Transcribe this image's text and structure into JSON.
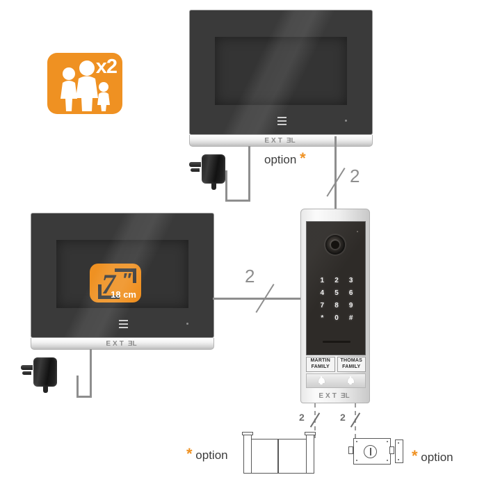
{
  "diagram": {
    "title": "Video door entry system wiring diagram",
    "brand_logo": "EXT3L",
    "accent_color": "#ef9122",
    "wire_color": "#8e8e8e"
  },
  "family_badge": {
    "icon": "family-icon",
    "multiplier": "x2"
  },
  "monitors": [
    {
      "id": "monitor-top",
      "logo": "EXT3L",
      "menu_icon": "list-menu-icon",
      "option_label": "option",
      "option_asterisk": "*",
      "wire_label": "2"
    },
    {
      "id": "monitor-left",
      "logo": "EXT3L",
      "menu_icon": "list-menu-icon",
      "screen_badge": {
        "size": "7",
        "unit_quote": "″",
        "metric": "18 cm"
      },
      "wire_label": "2"
    }
  ],
  "outdoor_panel": {
    "camera_icon": "camera-lens-icon",
    "keypad": [
      "1",
      "2",
      "3",
      "4",
      "5",
      "6",
      "7",
      "8",
      "9",
      "*",
      "0",
      "#"
    ],
    "nameplates": [
      {
        "line1": "MARTIN",
        "line2": "FAMILY"
      },
      {
        "line1": "THOMAS",
        "line2": "FAMILY"
      }
    ],
    "bell_buttons": [
      "bell-icon",
      "bell-icon"
    ],
    "logo": "EXT3L"
  },
  "power_adapters": [
    {
      "id": "adapter-top",
      "icon": "power-adapter-icon"
    },
    {
      "id": "adapter-left",
      "icon": "power-adapter-icon"
    }
  ],
  "accessories": [
    {
      "id": "gate-accessory",
      "icon": "gate-icon",
      "wire_label": "2",
      "asterisk": "*",
      "option_label": "option"
    },
    {
      "id": "door-lock-accessory",
      "icon": "electric-lock-icon",
      "wire_label": "2",
      "asterisk": "*",
      "option_label": "option"
    }
  ]
}
